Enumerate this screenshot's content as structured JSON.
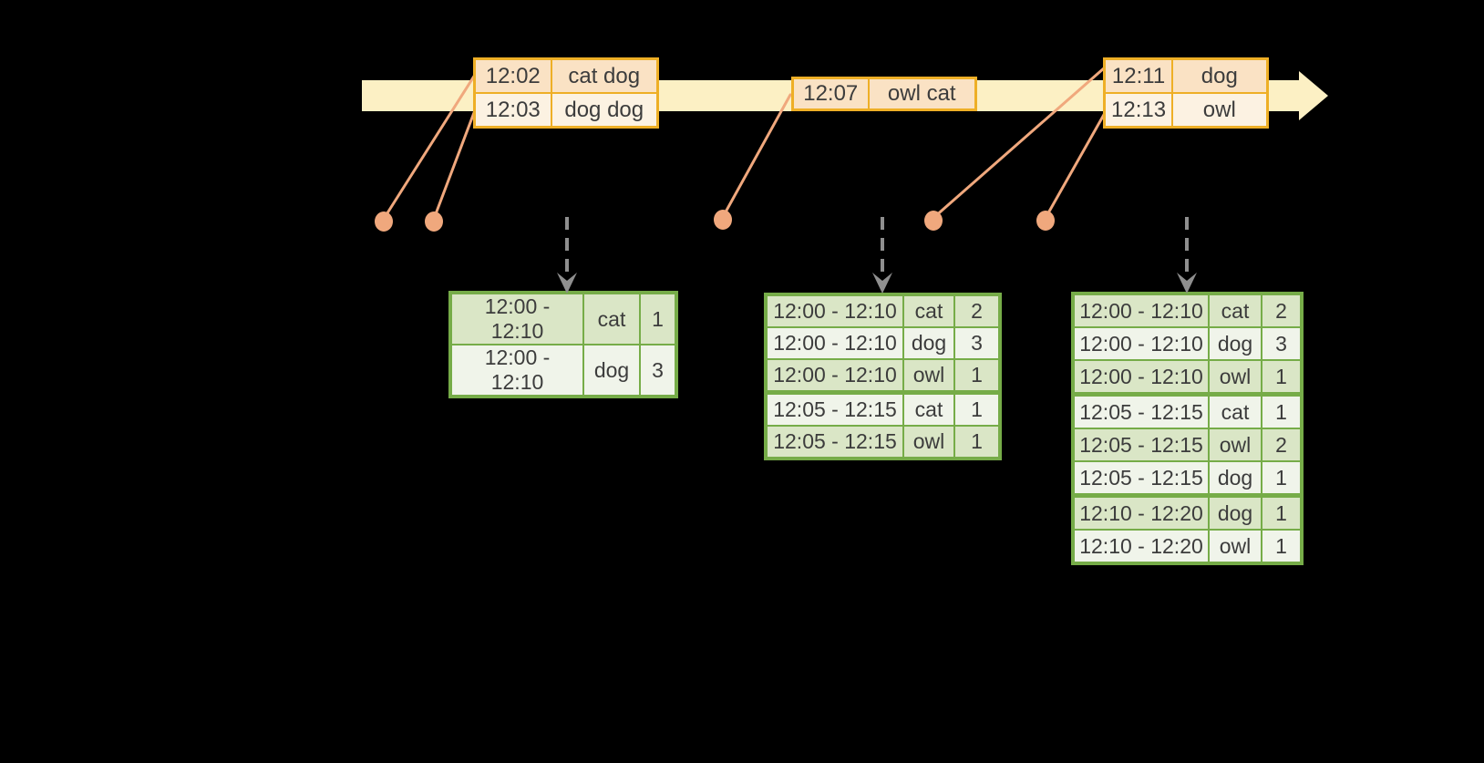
{
  "colors": {
    "timeline_fill": "#FCF0C4",
    "event_table_border": "#EEAF26",
    "event_row_dark": "#FAE2C4",
    "event_row_light": "#FCF2E2",
    "dot_salmon": "#F0A87D",
    "trigger_arrow_gray": "#8F8F8F",
    "result_table_border": "#76AC48",
    "result_row_dark": "#DAE6C6",
    "result_row_light": "#F0F4EA",
    "text": "#3C3C3C"
  },
  "event_tables": [
    {
      "rows": [
        {
          "time": "12:02",
          "words": "cat dog"
        },
        {
          "time": "12:03",
          "words": "dog dog"
        }
      ]
    },
    {
      "rows": [
        {
          "time": "12:07",
          "words": "owl cat"
        }
      ]
    },
    {
      "rows": [
        {
          "time": "12:11",
          "words": "dog"
        },
        {
          "time": "12:13",
          "words": "owl"
        }
      ]
    }
  ],
  "result_tables": [
    {
      "rows": [
        {
          "window": "12:00 - 12:10",
          "word": "cat",
          "count": "1"
        },
        {
          "window": "12:00 - 12:10",
          "word": "dog",
          "count": "3"
        }
      ]
    },
    {
      "rows": [
        {
          "window": "12:00 - 12:10",
          "word": "cat",
          "count": "2"
        },
        {
          "window": "12:00 - 12:10",
          "word": "dog",
          "count": "3"
        },
        {
          "window": "12:00 - 12:10",
          "word": "owl",
          "count": "1"
        },
        {
          "window": "12:05 - 12:15",
          "word": "cat",
          "count": "1"
        },
        {
          "window": "12:05 - 12:15",
          "word": "owl",
          "count": "1"
        }
      ]
    },
    {
      "rows": [
        {
          "window": "12:00 - 12:10",
          "word": "cat",
          "count": "2"
        },
        {
          "window": "12:00 - 12:10",
          "word": "dog",
          "count": "3"
        },
        {
          "window": "12:00 - 12:10",
          "word": "owl",
          "count": "1"
        },
        {
          "window": "12:05 - 12:15",
          "word": "cat",
          "count": "1"
        },
        {
          "window": "12:05 - 12:15",
          "word": "owl",
          "count": "2"
        },
        {
          "window": "12:05 - 12:15",
          "word": "dog",
          "count": "1"
        },
        {
          "window": "12:10 - 12:20",
          "word": "dog",
          "count": "1"
        },
        {
          "window": "12:10 - 12:20",
          "word": "owl",
          "count": "1"
        }
      ]
    }
  ]
}
